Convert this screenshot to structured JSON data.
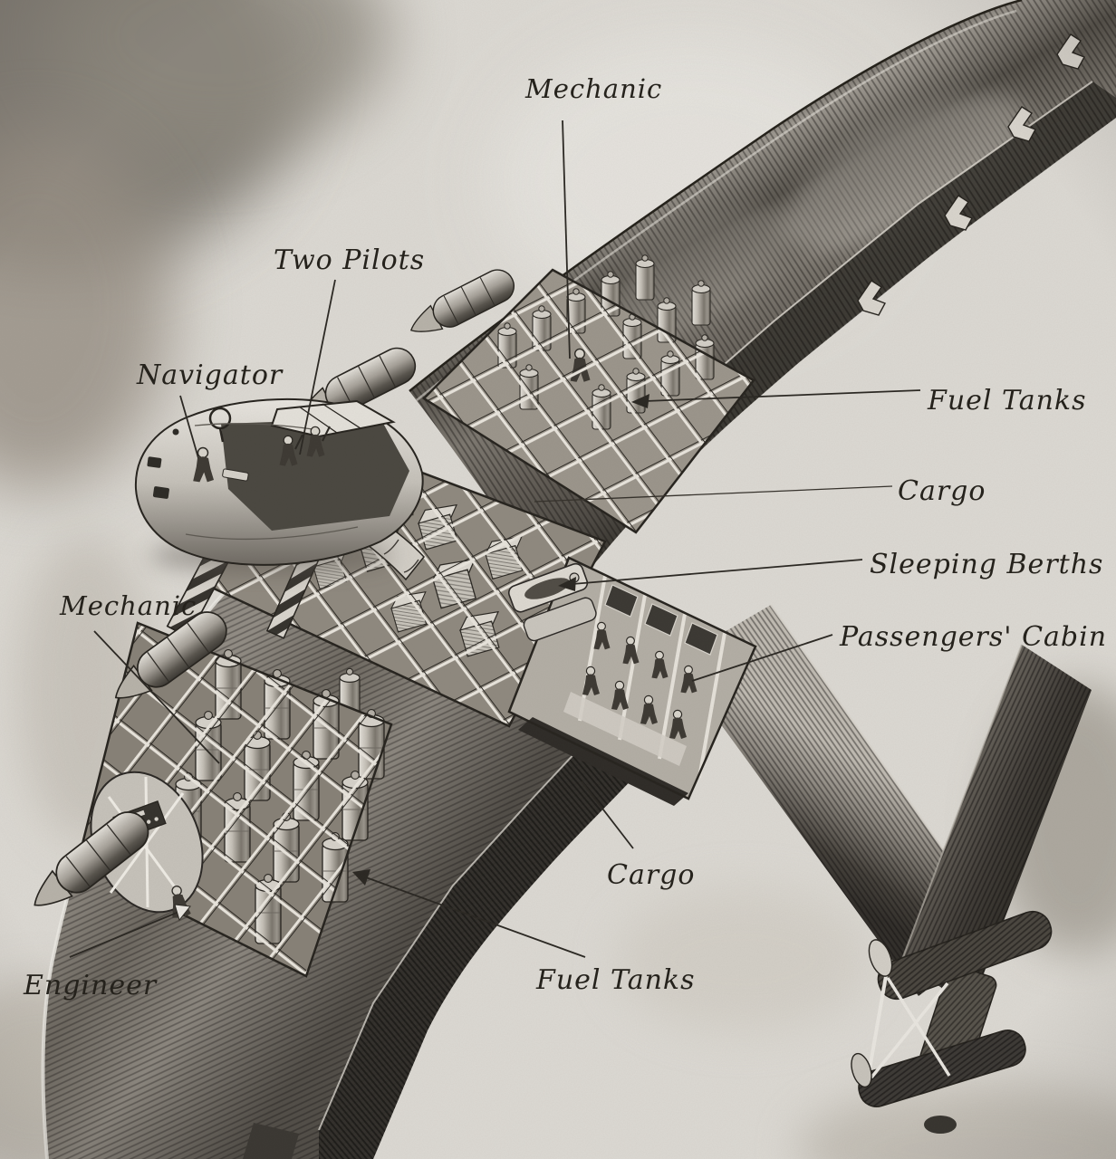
{
  "illustration": {
    "kind": "aircraft-cutaway-drawing",
    "style": "black-and-white engraving, giant flying-wing airliner seen from above",
    "labels": {
      "mechanic_top": "Mechanic",
      "two_pilots": "Two Pilots",
      "navigator": "Navigator",
      "fuel_tanks_right": "Fuel Tanks",
      "cargo_right": "Cargo",
      "sleeping_berths": "Sleeping Berths",
      "passengers_cabin": "Passengers' Cabin",
      "mechanic_left": "Mechanic",
      "cargo_bottom": "Cargo",
      "fuel_tanks_bottom": "Fuel Tanks",
      "engineer": "Engineer"
    },
    "palette": {
      "paper": "#dcd9d3",
      "ink": "#25221d",
      "wing_dark": "#37342f",
      "metal_light": "#d6d2ca",
      "cloud_dark": "#7d786f"
    }
  }
}
